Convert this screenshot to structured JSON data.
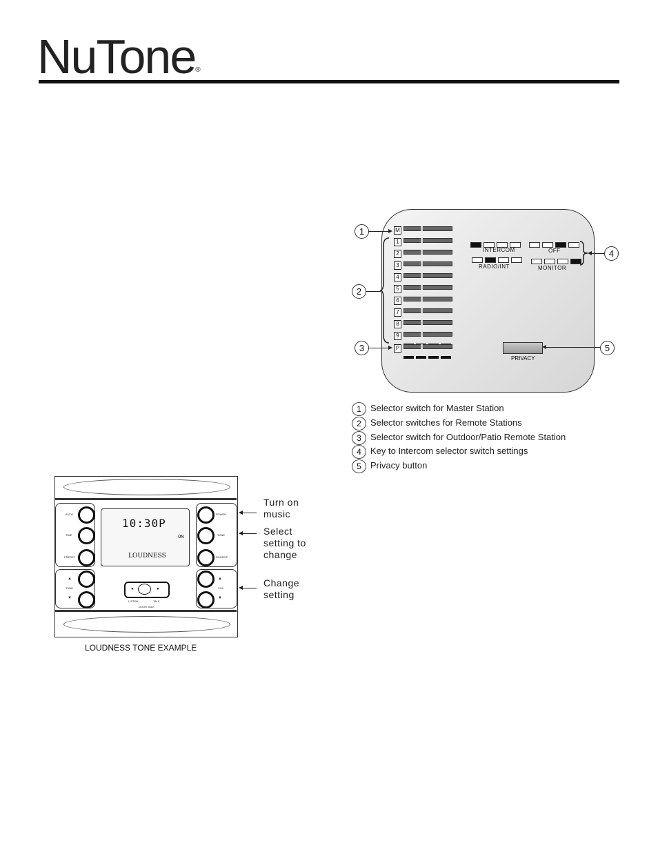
{
  "brand": {
    "name": "NuTone",
    "mark": "®"
  },
  "panel": {
    "switch_labels": [
      "M",
      "1",
      "2",
      "3",
      "4",
      "5",
      "6",
      "7",
      "8",
      "9",
      "P"
    ],
    "key_labels": {
      "intercom": "INTERCOM",
      "off": "OFF",
      "radio_int": "RADIO/INT",
      "monitor": "MONITOR"
    },
    "privacy_label": "PRIVACY",
    "callouts": [
      "1",
      "2",
      "3",
      "4",
      "5"
    ]
  },
  "legend": [
    {
      "num": "1",
      "text": "Selector switch for Master Station"
    },
    {
      "num": "2",
      "text": " Selector switches for Remote Stations"
    },
    {
      "num": "3",
      "text": "Selector switch for Outdoor/Patio Remote Station"
    },
    {
      "num": "4",
      "text": "Key to Intercom selector switch settings"
    },
    {
      "num": "5",
      "text": "Privacy button"
    }
  ],
  "device": {
    "lcd_time": "10:30P",
    "lcd_status": "ON",
    "lcd_mode": "LOUDNESS",
    "button_labels": {
      "auto": "AUTO",
      "time": "TIME",
      "preset": "PRESET",
      "tune": "TUNE",
      "power": "POWER",
      "tone": "TONE",
      "source": "SOURCE",
      "vol": "VOL"
    },
    "talk_labels": {
      "listen": "LISTEN",
      "talk": "TALK",
      "door": "DOOR TALK"
    },
    "caption": "LOUDNESS TONE EXAMPLE",
    "notes": {
      "turn_on_1": "Turn on",
      "turn_on_2": "music",
      "select_1": "Select",
      "select_2": "setting to",
      "select_3": "change",
      "change_1": "Change",
      "change_2": "setting"
    }
  }
}
